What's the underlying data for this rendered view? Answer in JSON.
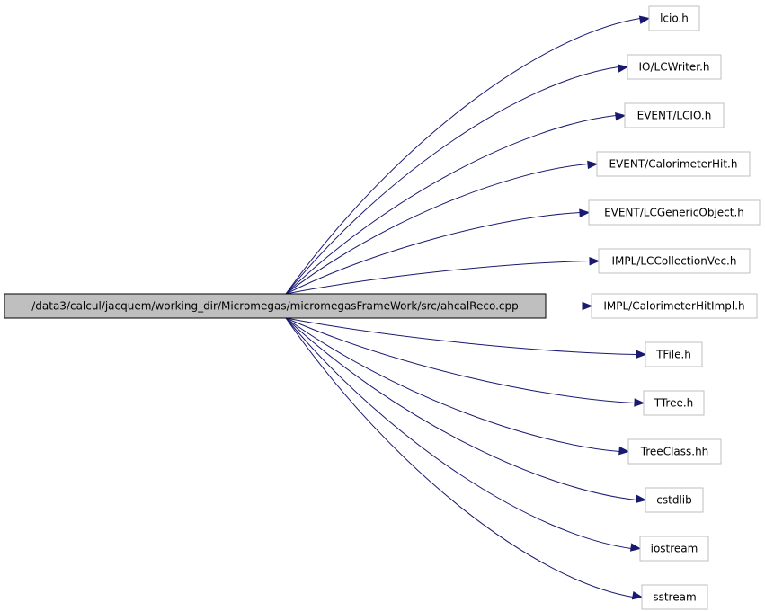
{
  "source": {
    "label": "/data3/calcul/jacquem/working_dir/Micromegas/micromegasFrameWork/src/ahcalReco.cpp"
  },
  "includes": [
    {
      "label": "lcio.h"
    },
    {
      "label": "IO/LCWriter.h"
    },
    {
      "label": "EVENT/LCIO.h"
    },
    {
      "label": "EVENT/CalorimeterHit.h"
    },
    {
      "label": "EVENT/LCGenericObject.h"
    },
    {
      "label": "IMPL/LCCollectionVec.h"
    },
    {
      "label": "IMPL/CalorimeterHitImpl.h"
    },
    {
      "label": "TFile.h"
    },
    {
      "label": "TTree.h"
    },
    {
      "label": "TreeClass.hh"
    },
    {
      "label": "cstdlib"
    },
    {
      "label": "iostream"
    },
    {
      "label": "sstream"
    }
  ],
  "colors": {
    "edge": "#191970",
    "source_fill": "#bfbfbf",
    "node_border": "#bfbfbf"
  }
}
